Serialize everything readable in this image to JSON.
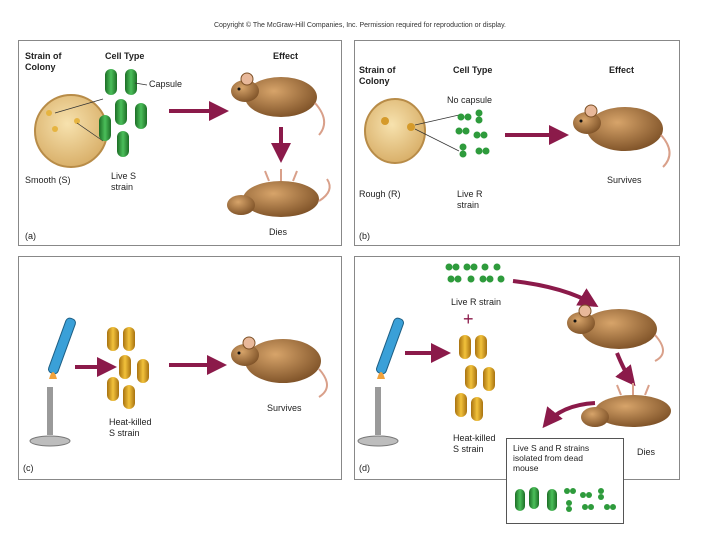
{
  "copyright": "Copyright © The McGraw-Hill Companies, Inc. Permission required for reproduction or display.",
  "panel_a": {
    "strain_header": "Strain of\nColony",
    "celltype_header": "Cell Type",
    "effect_header": "Effect",
    "capsule_label": "Capsule",
    "strain_label": "Smooth (S)",
    "cell_label": "Live S\nstrain",
    "outcome": "Dies",
    "tag": "(a)"
  },
  "panel_b": {
    "strain_header": "Strain of\nColony",
    "celltype_header": "Cell Type",
    "effect_header": "Effect",
    "capsule_label": "No capsule",
    "strain_label": "Rough (R)",
    "cell_label": "Live R\nstrain",
    "outcome": "Survives",
    "tag": "(b)"
  },
  "panel_c": {
    "cell_label": "Heat-killed\nS strain",
    "outcome": "Survives",
    "tag": "(c)"
  },
  "panel_d": {
    "live_label": "Live R strain",
    "plus": "+",
    "heat_label": "Heat-killed\nS strain",
    "outcome": "Dies",
    "inset_label": "Live S and R strains\nisolated from dead\nmouse",
    "tag": "(d)"
  },
  "colors": {
    "arrow": "#8b1a4a",
    "live_cell": "#2e9b3c",
    "heat_cell": "#d9a21a",
    "mouse": "#a8743e",
    "petri": "#e9c98a",
    "burner_tube": "#3aa0d8"
  }
}
